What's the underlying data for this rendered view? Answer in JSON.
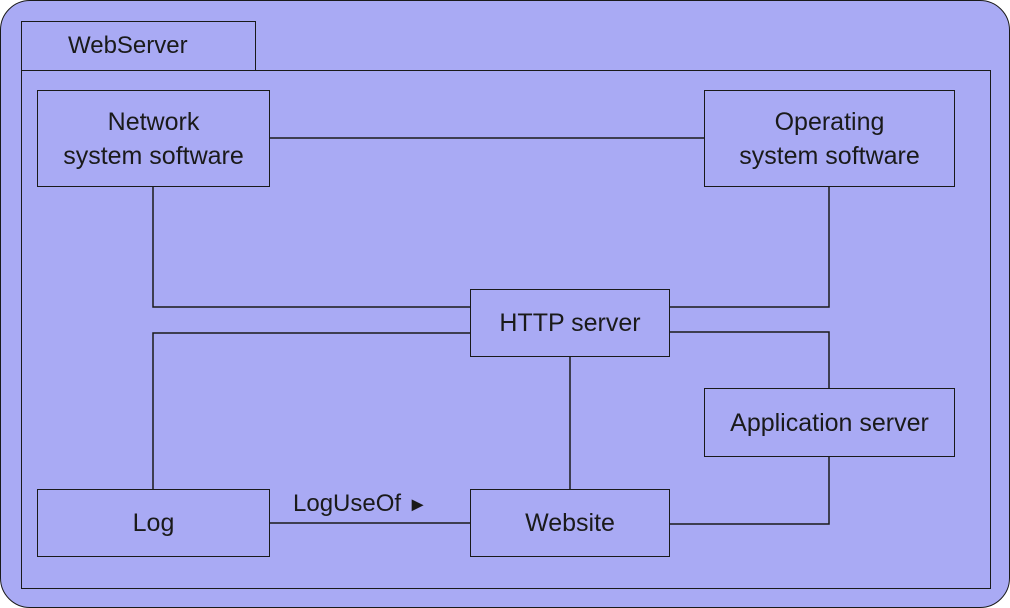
{
  "package": {
    "name": "WebServer"
  },
  "components": {
    "network": {
      "line1": "Network",
      "line2": "system software"
    },
    "operating": {
      "line1": "Operating",
      "line2": "system software"
    },
    "http": {
      "label": "HTTP server"
    },
    "app_server": {
      "label": "Application server"
    },
    "log": {
      "label": "Log"
    },
    "website": {
      "label": "Website"
    }
  },
  "associations": {
    "log_use_of": {
      "label": "LogUseOf",
      "arrow": "►"
    }
  },
  "colors": {
    "background": "#a9aaf4",
    "line": "#1a1a1a"
  }
}
